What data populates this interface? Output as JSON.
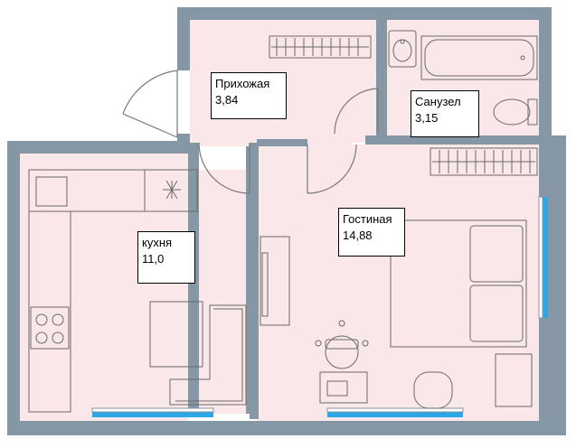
{
  "plan": {
    "colors": {
      "wall": "#8596a4",
      "floor": "#f9e7e9",
      "window": "#2aa7e6",
      "furniture_line": "#6a6a6a"
    },
    "rooms": [
      {
        "key": "hallway",
        "name": "Прихожая",
        "area": "3,84"
      },
      {
        "key": "bathroom",
        "name": "Санузел",
        "area": "3,15"
      },
      {
        "key": "kitchen",
        "name": "кухня",
        "area": "11,0"
      },
      {
        "key": "living",
        "name": "Гостиная",
        "area": "14,88"
      }
    ]
  }
}
